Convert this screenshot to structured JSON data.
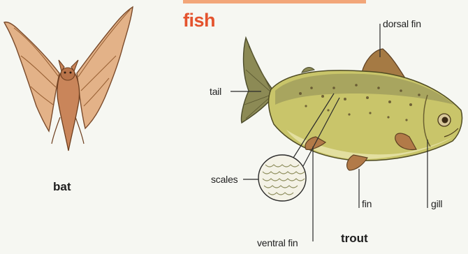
{
  "section_title": "fish",
  "bat_caption": "bat",
  "trout_caption": "trout",
  "labels": {
    "dorsal_fin": "dorsal fin",
    "tail": "tail",
    "scales": "scales",
    "ventral_fin": "ventral fin",
    "fin": "fin",
    "gill": "gill"
  },
  "colors": {
    "title": "#e4532e",
    "bat_body": "#c9855a",
    "bat_wing": "#e3b288",
    "fish_body": "#c9c56a",
    "fish_back": "#8c8a55",
    "fish_fin": "#b27a48"
  }
}
